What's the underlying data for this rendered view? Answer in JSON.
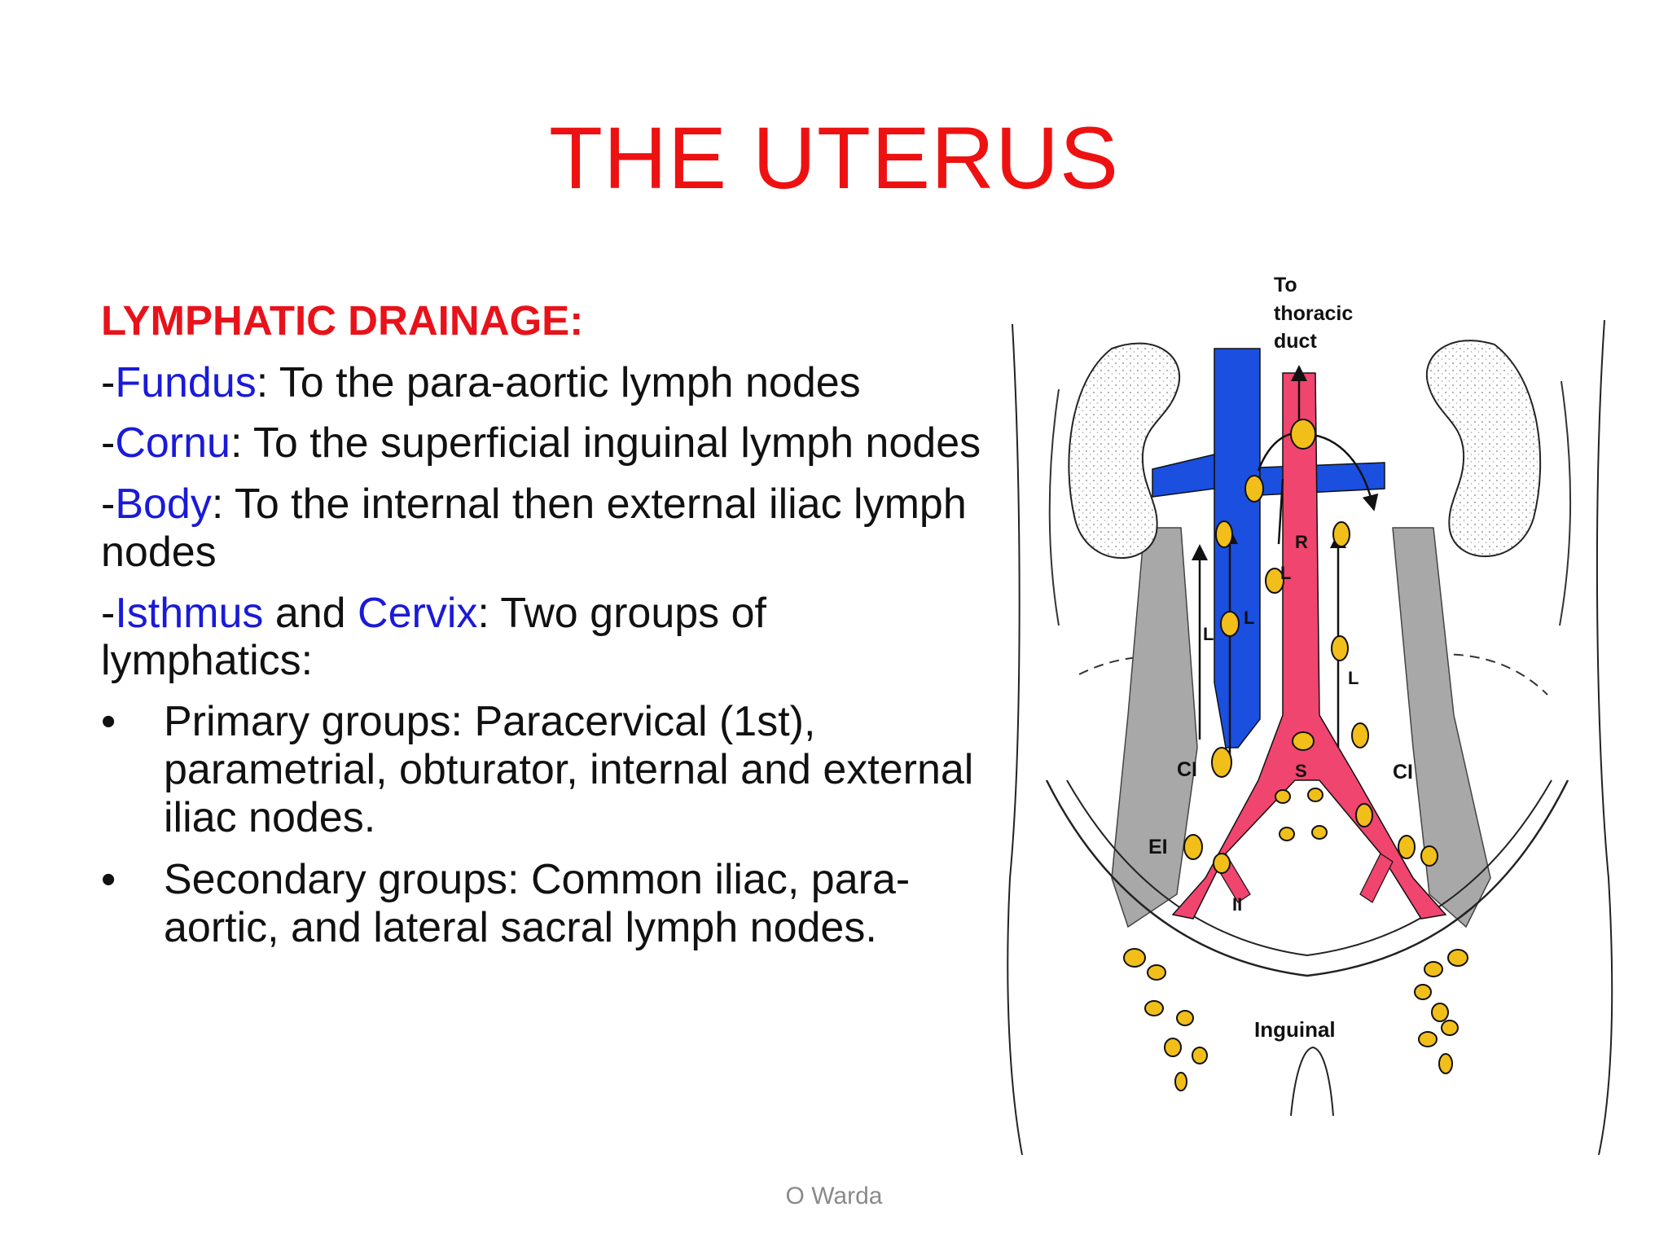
{
  "slide": {
    "title": "THE UTERUS",
    "heading": "LYMPHATIC DRAINAGE:",
    "items": [
      {
        "prefix": "-",
        "term": "Fundus",
        "text": ": To the para-aortic lymph nodes"
      },
      {
        "prefix": "-",
        "term": "Cornu",
        "text": ": To the superficial inguinal lymph nodes"
      },
      {
        "prefix": "-",
        "term": "Body",
        "text": ": To the internal then external iliac lymph nodes"
      },
      {
        "prefix": "-",
        "term": "Isthmus",
        "middle": " and ",
        "term2": "Cervix",
        "text": ": Two groups of lymphatics:"
      }
    ],
    "bullets": [
      {
        "marker": "•",
        "text": "Primary groups: Paracervical (1st), parametrial, obturator, internal and external iliac nodes."
      },
      {
        "marker": "•",
        "text": "Secondary groups: Common iliac, para-aortic, and lateral sacral lymph nodes."
      }
    ],
    "footer": "O Warda"
  },
  "figure": {
    "labels": {
      "to": "To",
      "thoracic": "thoracic",
      "duct": "duct",
      "r": "R",
      "l_upper": "L",
      "l_left": "L",
      "l_mid": "L",
      "l_right": "L",
      "ci_left": "CI",
      "ci_right": "CI",
      "s": "S",
      "ei": "EI",
      "ii": "II",
      "inguinal": "Inguinal"
    },
    "colors": {
      "vein": "#1a4fe0",
      "artery": "#f0456e",
      "node": "#f2bf1a",
      "muscle": "#a8a8a8"
    }
  }
}
